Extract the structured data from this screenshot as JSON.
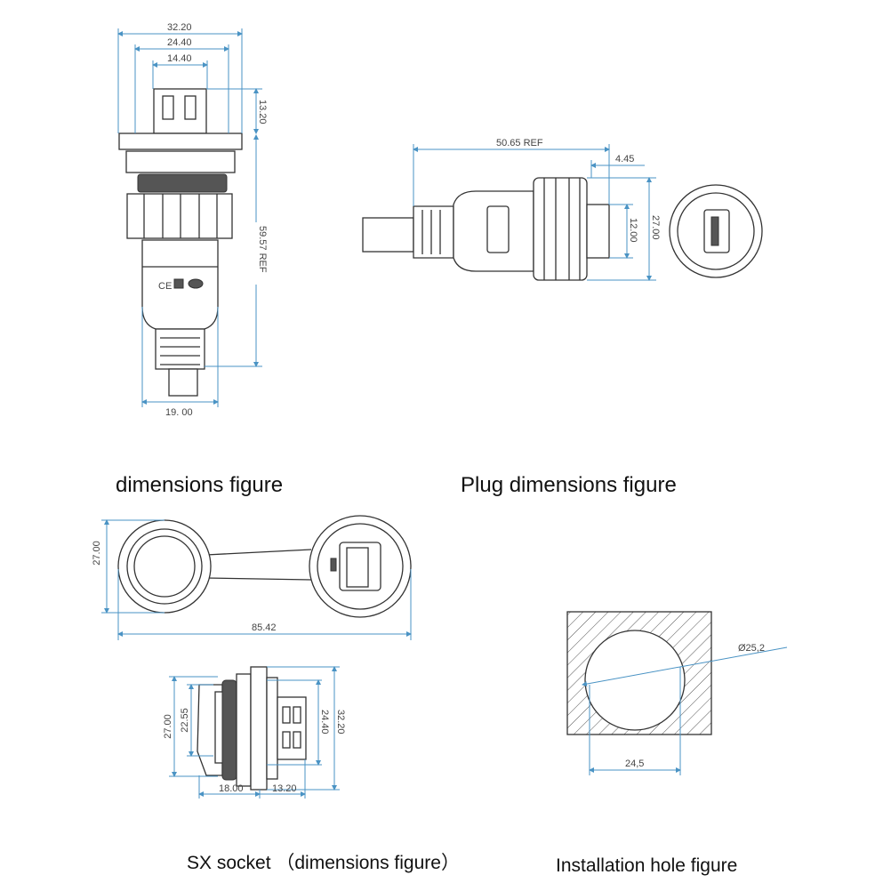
{
  "figures": {
    "socket_front": {
      "dims": {
        "w_outer": "32.20",
        "w_mid": "24.40",
        "w_inner": "14.40",
        "h_top": "13.20",
        "h_total": "59.57 REF",
        "w_body": "19. 00"
      },
      "caption": "dimensions figure"
    },
    "plug": {
      "dims": {
        "length": "50.65 REF",
        "front": "4.45",
        "dia_outer": "27.00",
        "dia_inner": "12.00"
      },
      "caption": "Plug dimensions figure"
    },
    "cap": {
      "dims": {
        "dia": "27.00",
        "length": "85.42"
      }
    },
    "sx_socket": {
      "dims": {
        "h_27": "27.00",
        "h_2255": "22.55",
        "h_2440": "24.40",
        "h_3220": "32.20",
        "w_18": "18.00",
        "w_1320": "13.20"
      },
      "caption": "SX socket （dimensions figure）"
    },
    "install_hole": {
      "dims": {
        "dia": "Ø25,2",
        "width": "24,5"
      },
      "caption": "Installation hole figure"
    }
  },
  "colors": {
    "dimension": "#4a93c4",
    "outline": "#333333"
  }
}
